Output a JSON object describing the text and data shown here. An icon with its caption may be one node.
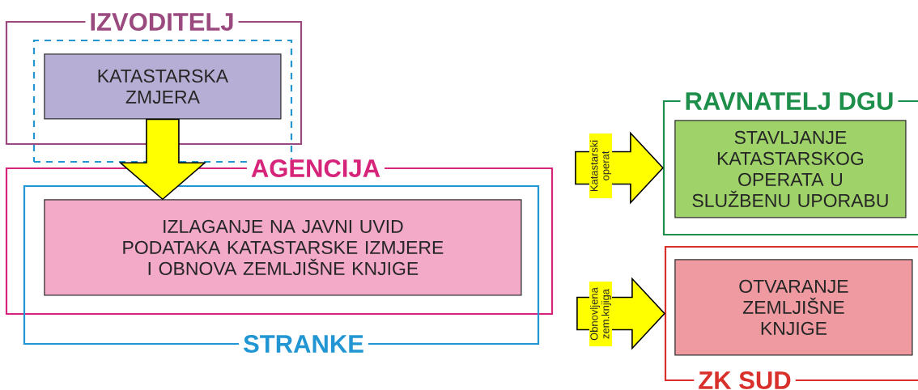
{
  "diagram": {
    "nodes": [
      {
        "text": [
          "IZVODITELJ"
        ]
      },
      {
        "text": [],
        "shape": "box"
      },
      {
        "text": [
          "KATASTARSKA ZMJERA"
        ],
        "in": 1
      },
      {
        "text": [
          "AGENCIJA"
        ]
      },
      {
        "text": [
          "STRANKE"
        ]
      },
      {
        "text": [
          "IZLAGANJE NA JAVNI UVID PODATAKA KATASTARSKE IZMJERE I OBNOVA ZEMLJIŠNE KNJIGE"
        ],
        "in": 3
      },
      {
        "text": [
          "RAVNATELJ DGU"
        ]
      },
      {
        "text": [
          "STAVLJANJE KATASTARSKOG OPERATA U SLUŽBENU UPORABU"
        ],
        "in": 6
      },
      {
        "text": [
          "ZK SUD"
        ]
      },
      {
        "text": [
          "OTVARANJE ZEMLJIŠNE KNJIGE"
        ],
        "in": 8
      }
    ],
    "edges": [
      {
        "from": 2,
        "to": 5,
        "arrow": "to"
      },
      {
        "from": null,
        "to": 6,
        "arrow": "to",
        "label": "Katastarski operat"
      },
      {
        "from": null,
        "to": 8,
        "arrow": "to",
        "label": "Obnovljena zem.knjiga"
      }
    ]
  }
}
